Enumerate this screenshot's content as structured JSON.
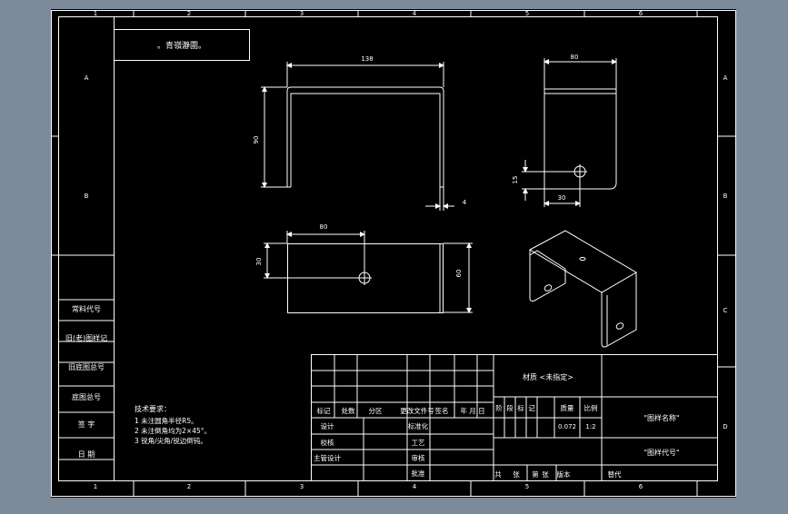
{
  "colors": {
    "background": "#7d8a9a",
    "paper": "#000000",
    "line": "#ffffff"
  },
  "border": {
    "columns": [
      "1",
      "2",
      "3",
      "4",
      "5",
      "6"
    ],
    "rows": [
      "A",
      "B",
      "C",
      "D"
    ]
  },
  "top_left_box": {
    "text": "。青嶺瀞圍。"
  },
  "left_strip": {
    "labels": [
      "常料代号",
      "旧(老)图样记",
      "旧底图总号",
      "底图总号",
      "签  字",
      "日  期"
    ]
  },
  "dimensions": {
    "top_width": "138",
    "left_height": "90",
    "thickness": "4",
    "plan_length": "80",
    "plan_height_small": "30",
    "plan_height_large": "60",
    "right_width": "80",
    "right_hole_height": "15",
    "right_hole_offset": "30"
  },
  "notes": {
    "title": "技术要求：",
    "lines": [
      "1  未注圆角半径R5。",
      "2  未注倒角均为2×45°。",
      "3  锐角/尖角/锐边倒钝。"
    ]
  },
  "title_block": {
    "material": "材质 <未指定>",
    "drawing_name": "\"图样名称\"",
    "drawing_number": "\"图样代号\"",
    "header_labels": [
      "标记",
      "处数",
      "分区",
      "更改文件号",
      "签名",
      "年 月 日"
    ],
    "role_labels": [
      "设计",
      "校核",
      "主管设计"
    ],
    "std_labels": [
      "标准化",
      "工艺",
      "审核",
      "批准"
    ],
    "stage_header": [
      "阶",
      "段",
      "标",
      "记",
      "质量",
      "比例"
    ],
    "weight": "0.072",
    "scale": "1:2",
    "bottom_labels": [
      "共",
      "张",
      "第",
      "张",
      "版本",
      "替代"
    ]
  }
}
